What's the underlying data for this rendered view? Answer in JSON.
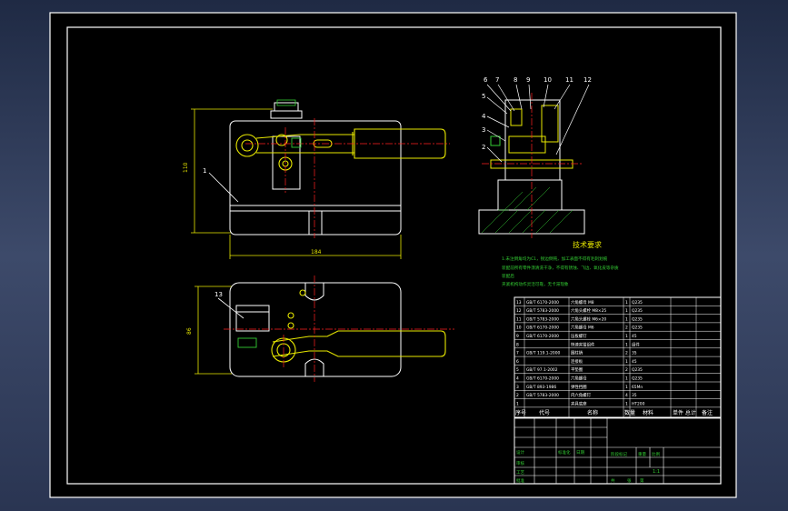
{
  "drawing": {
    "dimensions": {
      "height_main": "110",
      "width_main": "184",
      "height_plan": "86"
    },
    "balloons": [
      "1",
      "2",
      "3",
      "4",
      "5",
      "6",
      "7",
      "8",
      "9",
      "10",
      "11",
      "12",
      "13"
    ],
    "tech_title": "技术要求",
    "tech_lines": [
      "1.未注倒角均为C1，锐边倒钝，加工表面不得有毛刺划痕",
      "装配前所有零件须清洗干净，不得有锈蚀、飞边、氧化皮等杂质",
      "装配后",
      "夹紧机构动作灵活可靠，无卡滞现象"
    ],
    "bom_header": {
      "index": "序号",
      "code": "代号",
      "name": "名称",
      "qty": "数量",
      "material": "材料",
      "weight": "单件 总计",
      "note": "备注"
    },
    "bom_rows": [
      {
        "n": "13",
        "code": "GB/T 6170-2000",
        "name": "六角螺母 M8",
        "qty": "1",
        "mat": "Q235"
      },
      {
        "n": "12",
        "code": "GB/T 5783-2000",
        "name": "六角头螺栓 M8×25",
        "qty": "1",
        "mat": "Q235"
      },
      {
        "n": "11",
        "code": "GB/T 5783-2000",
        "name": "六角头螺栓 M6×20",
        "qty": "1",
        "mat": "Q235"
      },
      {
        "n": "10",
        "code": "GB/T 6170-2000",
        "name": "六角螺母 M6",
        "qty": "2",
        "mat": "Q235"
      },
      {
        "n": "9",
        "code": "GB/T 6170-2000",
        "name": "压板螺钉",
        "qty": "1",
        "mat": "45"
      },
      {
        "n": "8",
        "code": "",
        "name": "快速夹钳组件",
        "qty": "1",
        "mat": "组件"
      },
      {
        "n": "7",
        "code": "GB/T 119.1-2000",
        "name": "圆柱销",
        "qty": "2",
        "mat": "35"
      },
      {
        "n": "6",
        "code": "",
        "name": "连接板",
        "qty": "1",
        "mat": "45"
      },
      {
        "n": "5",
        "code": "GB/T 97.1-2002",
        "name": "平垫圈",
        "qty": "2",
        "mat": "Q235"
      },
      {
        "n": "4",
        "code": "GB/T 6170-2000",
        "name": "六角螺母",
        "qty": "1",
        "mat": "Q235"
      },
      {
        "n": "3",
        "code": "GB/T 893-1986",
        "name": "弹性挡圈",
        "qty": "1",
        "mat": "65Mn"
      },
      {
        "n": "2",
        "code": "GB/T 5783-2000",
        "name": "内六角螺钉",
        "qty": "4",
        "mat": "35"
      },
      {
        "n": "1",
        "code": "",
        "name": "夹具底座",
        "qty": "1",
        "mat": "HT200"
      }
    ],
    "title_block": {
      "scale": "1:1",
      "labels": [
        "设计",
        "审核",
        "工艺",
        "批准",
        "标准化",
        "日期",
        "阶段标记",
        "重量",
        "比例",
        "共",
        "张",
        "第"
      ]
    }
  }
}
